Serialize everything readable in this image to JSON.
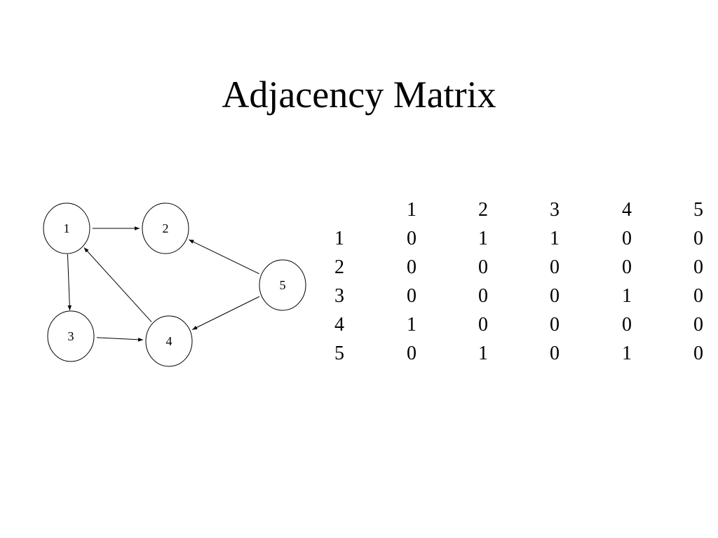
{
  "title": "Adjacency Matrix",
  "colors": {
    "ink": "#000000",
    "background": "#ffffff"
  },
  "graph": {
    "nodes": [
      {
        "id": "1",
        "label": "1"
      },
      {
        "id": "2",
        "label": "2"
      },
      {
        "id": "3",
        "label": "3"
      },
      {
        "id": "4",
        "label": "4"
      },
      {
        "id": "5",
        "label": "5"
      }
    ],
    "edges": [
      {
        "from": "1",
        "to": "2"
      },
      {
        "from": "1",
        "to": "3"
      },
      {
        "from": "3",
        "to": "4"
      },
      {
        "from": "4",
        "to": "1"
      },
      {
        "from": "5",
        "to": "2"
      },
      {
        "from": "5",
        "to": "4"
      }
    ]
  },
  "matrix": {
    "column_headers": [
      "1",
      "2",
      "3",
      "4",
      "5"
    ],
    "rows": [
      {
        "label": "1",
        "values": [
          "0",
          "1",
          "1",
          "0",
          "0"
        ]
      },
      {
        "label": "2",
        "values": [
          "0",
          "0",
          "0",
          "0",
          "0"
        ]
      },
      {
        "label": "3",
        "values": [
          "0",
          "0",
          "0",
          "1",
          "0"
        ]
      },
      {
        "label": "4",
        "values": [
          "1",
          "0",
          "0",
          "0",
          "0"
        ]
      },
      {
        "label": "5",
        "values": [
          "0",
          "1",
          "0",
          "1",
          "0"
        ]
      }
    ]
  }
}
